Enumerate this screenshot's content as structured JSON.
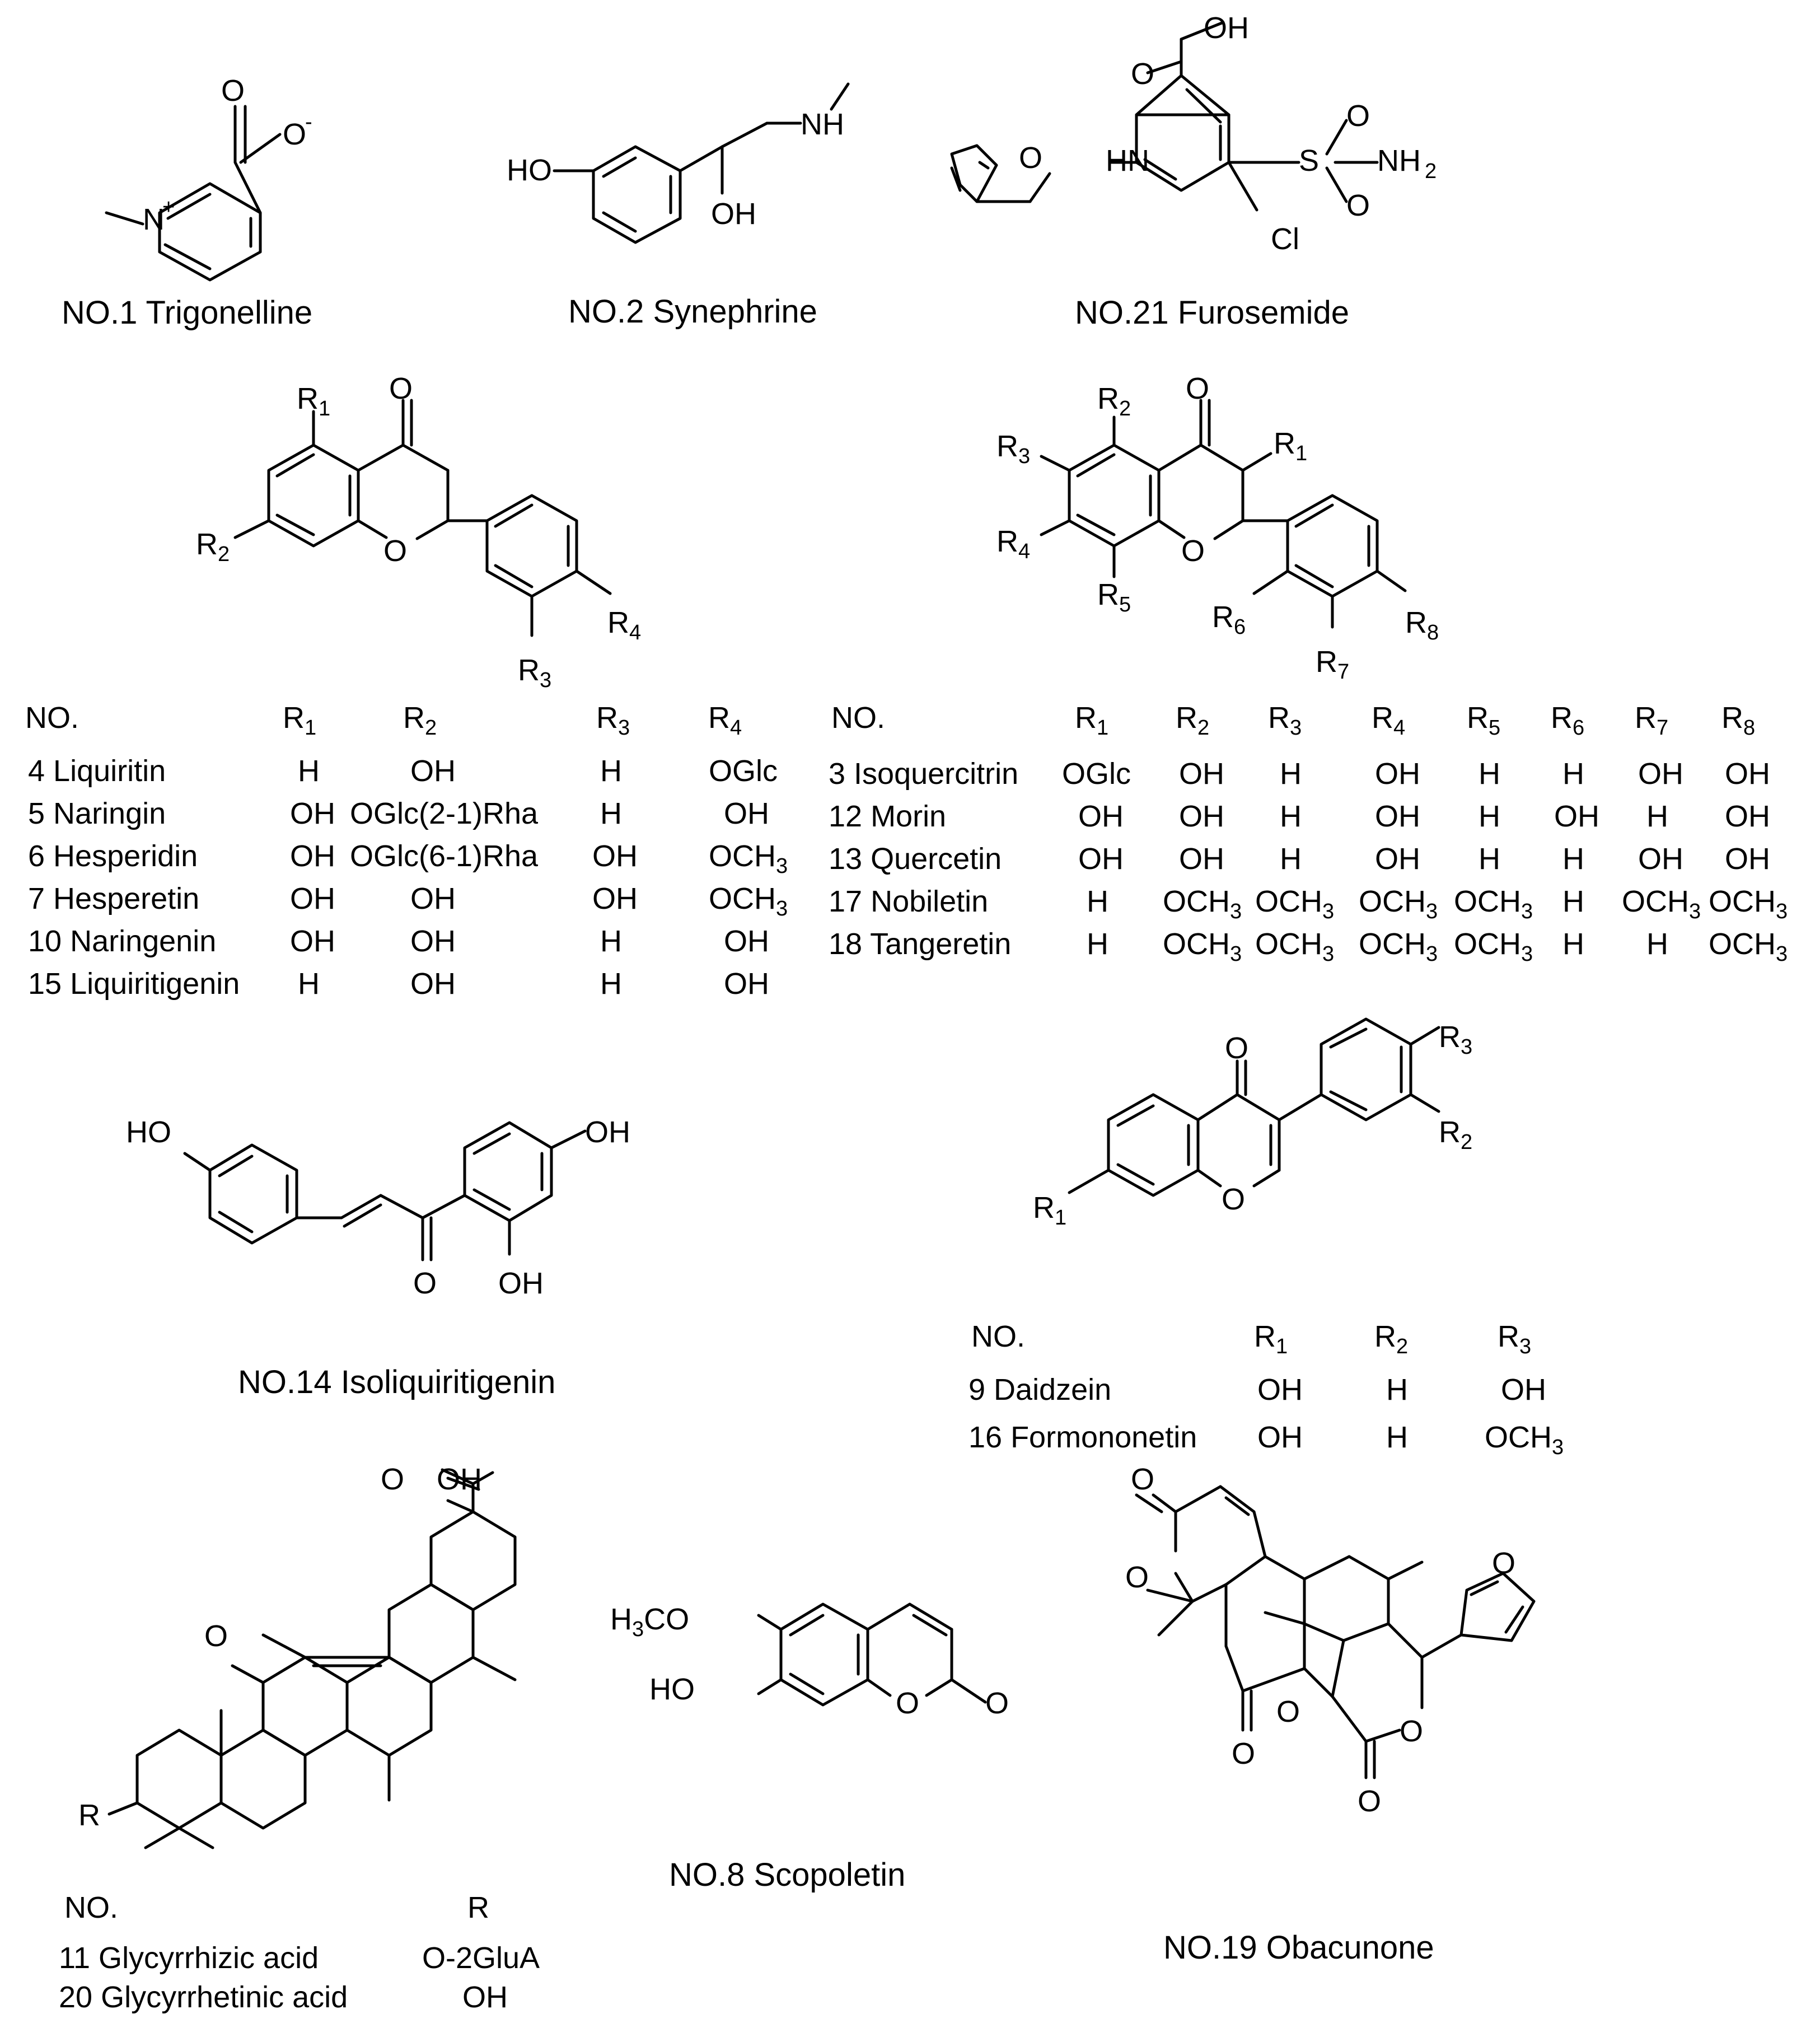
{
  "captions": {
    "trigonelline": "NO.1 Trigonelline",
    "synephrine": "NO.2 Synephrine",
    "furosemide": "NO.21 Furosemide",
    "isoliquiritigenin": "NO.14 Isoliquiritigenin",
    "scopoletin": "NO.8 Scopoletin",
    "obacunone": "NO.19 Obacunone"
  },
  "atoms": {
    "o": "O",
    "oh": "OH",
    "ho": "HO",
    "nh": "NH",
    "hn": "HN",
    "n_plus": "N",
    "plus": "+",
    "minus": "-",
    "o_minus": "O",
    "cl": "Cl",
    "s": "S",
    "nh2": "NH",
    "two": "2",
    "h3co_h": "H",
    "h3co_3": "3",
    "h3co_co": "CO",
    "r": "R",
    "r_sub": [
      "1",
      "2",
      "3",
      "4",
      "5",
      "6",
      "7",
      "8"
    ]
  },
  "flavanone_table": {
    "header_no": "NO.",
    "headers": [
      "R1",
      "R2",
      "R3",
      "R4"
    ],
    "rows": [
      {
        "no": "4 Liquiritin",
        "r1": "H",
        "r2": "OH",
        "r3": "H",
        "r4": "OGlc"
      },
      {
        "no": "5 Naringin",
        "r1": "OH",
        "r2": "OGlc(2-1)Rha",
        "r3": "H",
        "r4": "OH"
      },
      {
        "no": "6 Hesperidin",
        "r1": "OH",
        "r2": "OGlc(6-1)Rha",
        "r3": "OH",
        "r4": "OCH3"
      },
      {
        "no": "7 Hesperetin",
        "r1": "OH",
        "r2": "OH",
        "r3": "OH",
        "r4": "OCH3"
      },
      {
        "no": "10 Naringenin",
        "r1": "OH",
        "r2": "OH",
        "r3": "H",
        "r4": "OH"
      },
      {
        "no": "15 Liquiritigenin",
        "r1": "H",
        "r2": "OH",
        "r3": "H",
        "r4": "OH"
      }
    ]
  },
  "flavone_table": {
    "header_no": "NO.",
    "headers": [
      "R1",
      "R2",
      "R3",
      "R4",
      "R5",
      "R6",
      "R7",
      "R8"
    ],
    "rows": [
      {
        "no": "3 Isoquercitrin",
        "vals": [
          "OGlc",
          "OH",
          "H",
          "OH",
          "H",
          "H",
          "OH",
          "OH"
        ]
      },
      {
        "no": "12 Morin",
        "vals": [
          "OH",
          "OH",
          "H",
          "OH",
          "H",
          "OH",
          "H",
          "OH"
        ]
      },
      {
        "no": "13 Quercetin",
        "vals": [
          "OH",
          "OH",
          "H",
          "OH",
          "H",
          "H",
          "OH",
          "OH"
        ]
      },
      {
        "no": "17 Nobiletin",
        "vals": [
          "H",
          "OCH3",
          "OCH3",
          "OCH3",
          "OCH3",
          "H",
          "OCH3",
          "OCH3"
        ]
      },
      {
        "no": "18 Tangeretin",
        "vals": [
          "H",
          "OCH3",
          "OCH3",
          "OCH3",
          "OCH3",
          "H",
          "H",
          "OCH3"
        ]
      }
    ]
  },
  "isoflavone_table": {
    "header_no": "NO.",
    "headers": [
      "R1",
      "R2",
      "R3"
    ],
    "rows": [
      {
        "no": "9 Daidzein",
        "vals": [
          "OH",
          "H",
          "OH"
        ]
      },
      {
        "no": "16 Formononetin",
        "vals": [
          "OH",
          "H",
          "OCH3"
        ]
      }
    ]
  },
  "glycyrrhizin_table": {
    "header_no": "NO.",
    "header_r": "R",
    "rows": [
      {
        "no": "11 Glycyrrhizic acid",
        "r": "O-2GluA"
      },
      {
        "no": "20 Glycyrrhetinic acid",
        "r": "OH"
      }
    ]
  }
}
